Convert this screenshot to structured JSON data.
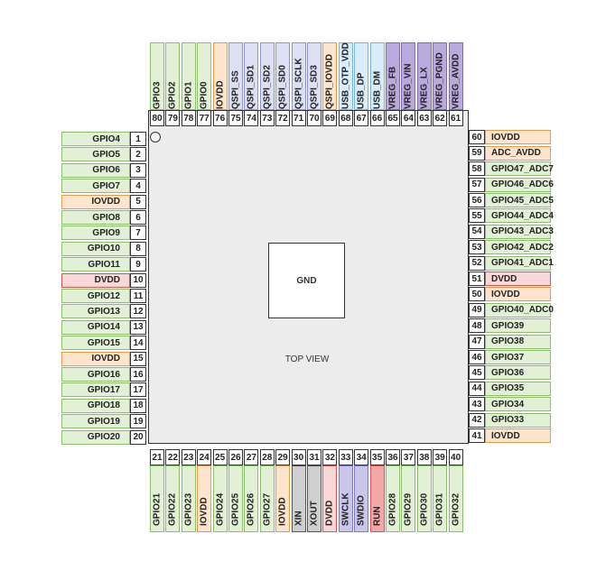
{
  "colors": {
    "gpio": {
      "bg": "#e2f0d5",
      "border": "#8cbf69"
    },
    "power": {
      "bg": "#fde4cc",
      "border": "#e69a4c"
    },
    "qspi": {
      "bg": "#dde0f3",
      "border": "#8d94cf"
    },
    "usb": {
      "bg": "#d9ecfa",
      "border": "#79b2de"
    },
    "vreg": {
      "bg": "#b9a9dc",
      "border": "#7d6ab2"
    },
    "dvdd": {
      "bg": "#fad7d7",
      "border": "#d85555"
    },
    "run": {
      "bg": "#f3a7a7",
      "border": "#d85555"
    },
    "xtal": {
      "bg": "#cfcfcf",
      "border": "#555555"
    },
    "swd": {
      "bg": "#c9c6ea",
      "border": "#7d78c2"
    }
  },
  "center": {
    "label": "GND",
    "view": "TOP VIEW"
  },
  "pins": {
    "left": [
      {
        "num": "1",
        "label": "GPIO4",
        "type": "gpio"
      },
      {
        "num": "2",
        "label": "GPIO5",
        "type": "gpio"
      },
      {
        "num": "3",
        "label": "GPIO6",
        "type": "gpio"
      },
      {
        "num": "4",
        "label": "GPIO7",
        "type": "gpio"
      },
      {
        "num": "5",
        "label": "IOVDD",
        "type": "power"
      },
      {
        "num": "6",
        "label": "GPIO8",
        "type": "gpio"
      },
      {
        "num": "7",
        "label": "GPIO9",
        "type": "gpio"
      },
      {
        "num": "8",
        "label": "GPIO10",
        "type": "gpio"
      },
      {
        "num": "9",
        "label": "GPIO11",
        "type": "gpio"
      },
      {
        "num": "10",
        "label": "DVDD",
        "type": "dvdd"
      },
      {
        "num": "11",
        "label": "GPIO12",
        "type": "gpio"
      },
      {
        "num": "12",
        "label": "GPIO13",
        "type": "gpio"
      },
      {
        "num": "13",
        "label": "GPIO14",
        "type": "gpio"
      },
      {
        "num": "14",
        "label": "GPIO15",
        "type": "gpio"
      },
      {
        "num": "15",
        "label": "IOVDD",
        "type": "power"
      },
      {
        "num": "16",
        "label": "GPIO16",
        "type": "gpio"
      },
      {
        "num": "17",
        "label": "GPIO17",
        "type": "gpio"
      },
      {
        "num": "18",
        "label": "GPIO18",
        "type": "gpio"
      },
      {
        "num": "19",
        "label": "GPIO19",
        "type": "gpio"
      },
      {
        "num": "20",
        "label": "GPIO20",
        "type": "gpio"
      }
    ],
    "bottom": [
      {
        "num": "21",
        "label": "GPIO21",
        "type": "gpio"
      },
      {
        "num": "22",
        "label": "GPIO22",
        "type": "gpio"
      },
      {
        "num": "23",
        "label": "GPIO23",
        "type": "gpio"
      },
      {
        "num": "24",
        "label": "IOVDD",
        "type": "power"
      },
      {
        "num": "25",
        "label": "GPIO24",
        "type": "gpio"
      },
      {
        "num": "26",
        "label": "GPIO25",
        "type": "gpio"
      },
      {
        "num": "27",
        "label": "GPIO26",
        "type": "gpio"
      },
      {
        "num": "28",
        "label": "GPIO27",
        "type": "gpio"
      },
      {
        "num": "29",
        "label": "IOVDD",
        "type": "power"
      },
      {
        "num": "30",
        "label": "XIN",
        "type": "xtal"
      },
      {
        "num": "31",
        "label": "XOUT",
        "type": "xtal"
      },
      {
        "num": "32",
        "label": "DVDD",
        "type": "dvdd"
      },
      {
        "num": "33",
        "label": "SWCLK",
        "type": "swd"
      },
      {
        "num": "34",
        "label": "SWDIO",
        "type": "swd"
      },
      {
        "num": "35",
        "label": "RUN",
        "type": "run"
      },
      {
        "num": "36",
        "label": "GPIO28",
        "type": "gpio"
      },
      {
        "num": "37",
        "label": "GPIO29",
        "type": "gpio"
      },
      {
        "num": "38",
        "label": "GPIO30",
        "type": "gpio"
      },
      {
        "num": "39",
        "label": "GPIO31",
        "type": "gpio"
      },
      {
        "num": "40",
        "label": "GPIO32",
        "type": "gpio"
      }
    ],
    "right": [
      {
        "num": "41",
        "label": "IOVDD",
        "type": "power"
      },
      {
        "num": "42",
        "label": "GPIO33",
        "type": "gpio"
      },
      {
        "num": "43",
        "label": "GPIO34",
        "type": "gpio"
      },
      {
        "num": "44",
        "label": "GPIO35",
        "type": "gpio"
      },
      {
        "num": "45",
        "label": "GPIO36",
        "type": "gpio"
      },
      {
        "num": "46",
        "label": "GPIO37",
        "type": "gpio"
      },
      {
        "num": "47",
        "label": "GPIO38",
        "type": "gpio"
      },
      {
        "num": "48",
        "label": "GPIO39",
        "type": "gpio"
      },
      {
        "num": "49",
        "label": "GPIO40_ADC0",
        "type": "gpio"
      },
      {
        "num": "50",
        "label": "IOVDD",
        "type": "power"
      },
      {
        "num": "51",
        "label": "DVDD",
        "type": "dvdd"
      },
      {
        "num": "52",
        "label": "GPIO41_ADC1",
        "type": "gpio"
      },
      {
        "num": "53",
        "label": "GPIO42_ADC2",
        "type": "gpio"
      },
      {
        "num": "54",
        "label": "GPIO43_ADC3",
        "type": "gpio"
      },
      {
        "num": "55",
        "label": "GPIO44_ADC4",
        "type": "gpio"
      },
      {
        "num": "56",
        "label": "GPIO45_ADC5",
        "type": "gpio"
      },
      {
        "num": "57",
        "label": "GPIO46_ADC6",
        "type": "gpio"
      },
      {
        "num": "58",
        "label": "GPIO47_ADC7",
        "type": "gpio"
      },
      {
        "num": "59",
        "label": "ADC_AVDD",
        "type": "power"
      },
      {
        "num": "60",
        "label": "IOVDD",
        "type": "power"
      }
    ],
    "top": [
      {
        "num": "61",
        "label": "VREG_AVDD",
        "type": "vreg"
      },
      {
        "num": "62",
        "label": "VREG_PGND",
        "type": "vreg"
      },
      {
        "num": "63",
        "label": "VREG_LX",
        "type": "vreg"
      },
      {
        "num": "64",
        "label": "VREG_VIN",
        "type": "vreg"
      },
      {
        "num": "65",
        "label": "VREG_FB",
        "type": "vreg"
      },
      {
        "num": "66",
        "label": "USB_DM",
        "type": "usb"
      },
      {
        "num": "67",
        "label": "USB_DP",
        "type": "usb"
      },
      {
        "num": "68",
        "label": "USB_OTP_VDD",
        "type": "usb"
      },
      {
        "num": "69",
        "label": "QSPI_IOVDD",
        "type": "power"
      },
      {
        "num": "70",
        "label": "QSPI_SD3",
        "type": "qspi"
      },
      {
        "num": "71",
        "label": "QSPI_SCLK",
        "type": "qspi"
      },
      {
        "num": "72",
        "label": "QSPI_SD0",
        "type": "qspi"
      },
      {
        "num": "73",
        "label": "QSPI_SD2",
        "type": "qspi"
      },
      {
        "num": "74",
        "label": "QSPI_SD1",
        "type": "qspi"
      },
      {
        "num": "75",
        "label": "QSPI_SS",
        "type": "qspi"
      },
      {
        "num": "76",
        "label": "IOVDD",
        "type": "power"
      },
      {
        "num": "77",
        "label": "GPIO0",
        "type": "gpio"
      },
      {
        "num": "78",
        "label": "GPIO1",
        "type": "gpio"
      },
      {
        "num": "79",
        "label": "GPIO2",
        "type": "gpio"
      },
      {
        "num": "80",
        "label": "GPIO3",
        "type": "gpio"
      }
    ]
  }
}
